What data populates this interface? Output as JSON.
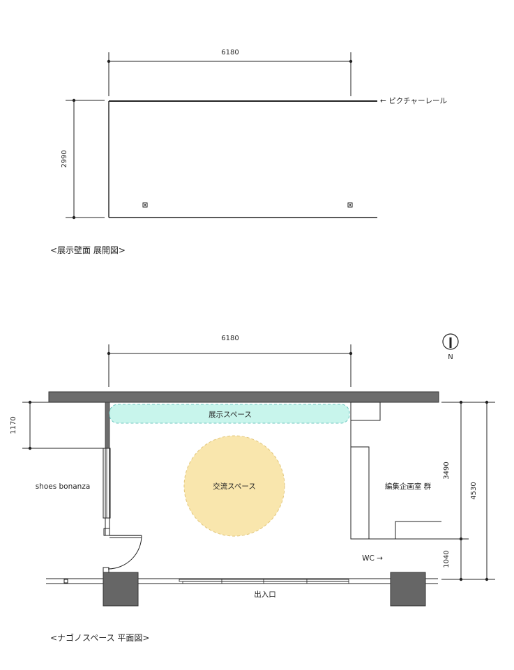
{
  "elevation": {
    "caption": "<展示壁面 展開図>",
    "width_dim": "6180",
    "height_dim": "2990",
    "rail_label": "← ピクチャーレール"
  },
  "plan": {
    "caption": "<ナゴノスペース 平面図>",
    "width_dim": "6180",
    "dim_1170": "1170",
    "dim_3490": "3490",
    "dim_1040": "1040",
    "dim_4530": "4530",
    "north_label": "N",
    "exhibit_label": "展示スペース",
    "exchange_label": "交流スペース",
    "shop_label": "shoes bonanza",
    "editorial_label": "編集企画室 群",
    "wc_label": "WC →",
    "entrance_label": "出入口"
  },
  "colors": {
    "exhibit_fill": "#c8f5ec",
    "exhibit_stroke": "#6fc7c2",
    "exchange_fill": "#f9e6ad",
    "exchange_stroke": "#e2c67a",
    "wall_fill": "#6d6d6d",
    "line": "#222222"
  }
}
